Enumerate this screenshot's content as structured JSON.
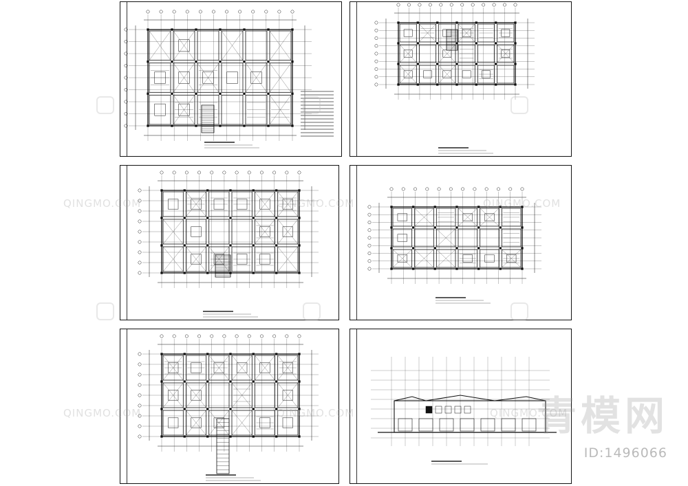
{
  "watermarks": {
    "brand": "青模网",
    "id_text": "ID:1496066",
    "repeat_text": "QINGMO.COM"
  },
  "colors": {
    "line": "#111111",
    "watermark": "#aaaaaa"
  }
}
